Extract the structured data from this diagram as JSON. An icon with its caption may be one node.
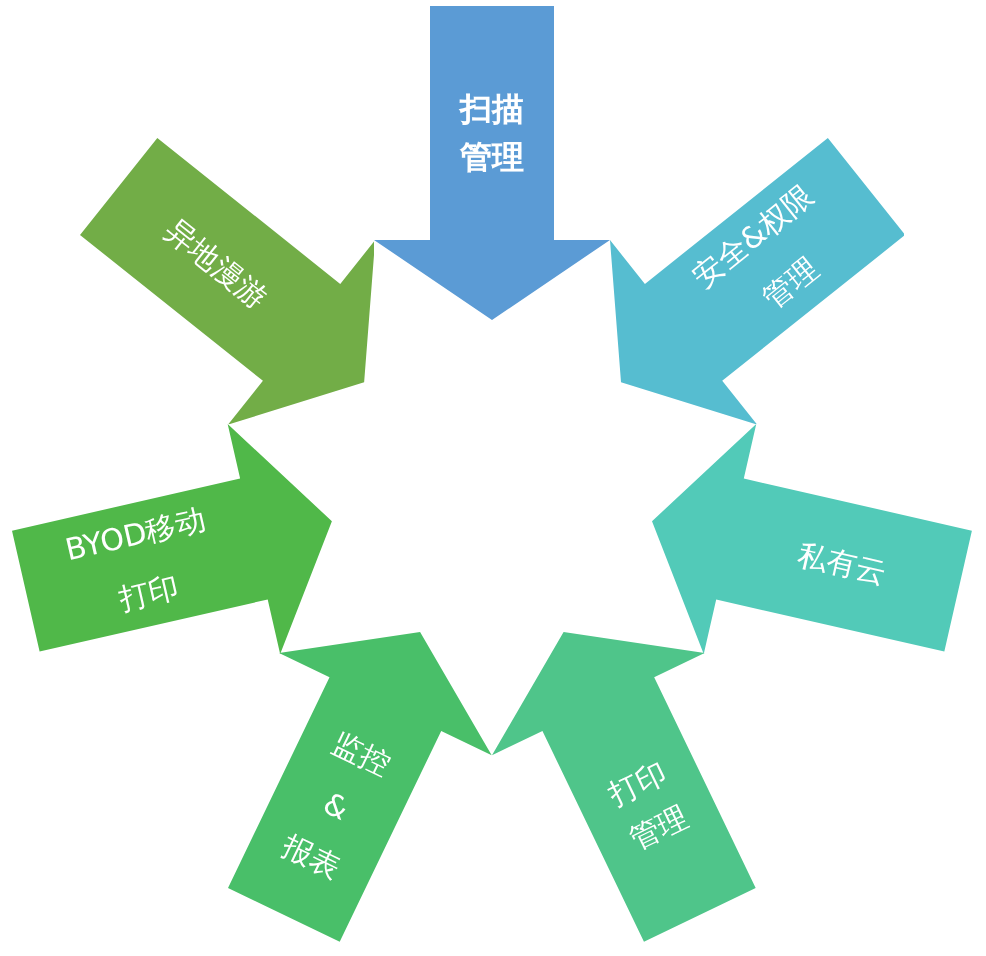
{
  "diagram": {
    "nodes": [
      {
        "text": [
          "扫描管理"
        ]
      },
      {
        "text": [
          "安全&权限管理"
        ]
      },
      {
        "text": [
          "私有云"
        ]
      },
      {
        "text": [
          "打印管理"
        ]
      },
      {
        "text": [
          "监控&报表"
        ]
      },
      {
        "text": [
          "BYOD移动打印"
        ]
      },
      {
        "text": [
          "异地漫游"
        ]
      }
    ]
  }
}
